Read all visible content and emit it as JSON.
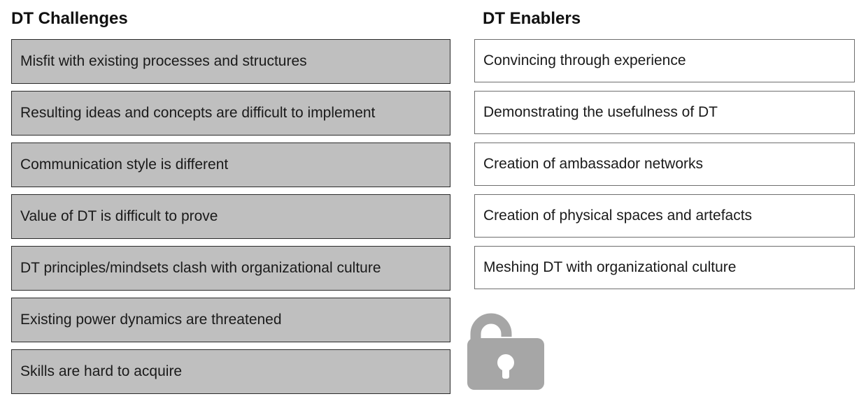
{
  "challenges": {
    "title": "DT Challenges",
    "items": [
      "Misfit with existing processes and structures",
      "Resulting ideas and concepts are difficult to implement",
      "Communication style is different",
      "Value of DT is difficult to prove",
      "DT principles/mindsets clash with organizational culture",
      "Existing power dynamics are threatened",
      "Skills are hard to acquire"
    ],
    "fill_color": "#bfbfbf"
  },
  "enablers": {
    "title": "DT Enablers",
    "items": [
      "Convincing through experience",
      "Demonstrating the usefulness of DT",
      "Creation of ambassador networks",
      "Creation of physical spaces and artefacts",
      "Meshing DT with organizational culture"
    ],
    "fill_color": "#ffffff"
  },
  "icon": {
    "name": "unlocked-padlock-icon",
    "color": "#a6a6a6"
  }
}
